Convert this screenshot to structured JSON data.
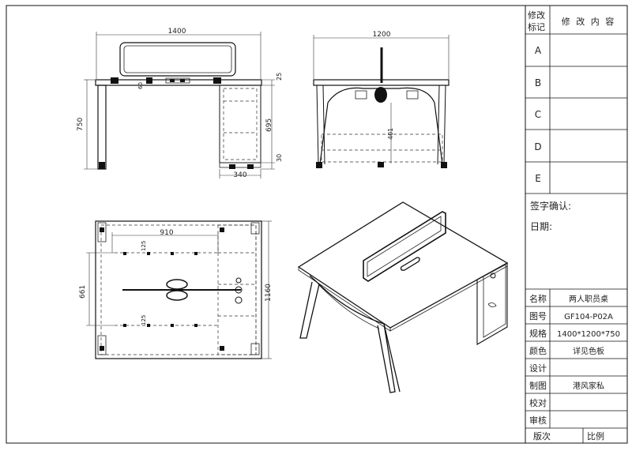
{
  "title_block": {
    "revision_header": "修改标记",
    "revision_content_header": "修 改 内 容",
    "revision_rows": [
      "A",
      "B",
      "C",
      "D",
      "E"
    ],
    "signature_label": "签字确认:",
    "date_label": "日期:",
    "fields": [
      {
        "label": "名称",
        "value": "两人职员桌"
      },
      {
        "label": "图号",
        "value": "GF104-P02A"
      },
      {
        "label": "规格",
        "value": "1400*1200*750"
      },
      {
        "label": "颜色",
        "value": "详见色板"
      },
      {
        "label": "设计",
        "value": ""
      },
      {
        "label": "制图",
        "value": "港风家私"
      },
      {
        "label": "校对",
        "value": ""
      },
      {
        "label": "审核",
        "value": ""
      }
    ],
    "bottom": {
      "version_label": "版次",
      "scale_label": "比例"
    }
  },
  "dimensions": {
    "front_width": "1400",
    "front_height": "750",
    "front_top": "25",
    "front_cabinet": "695",
    "front_foot": "30",
    "front_cabinet_w": "340",
    "front_panel_gap": "60",
    "side_width": "1200",
    "side_inner": "401",
    "top_width": "910",
    "top_gap1": "125",
    "top_gap2": "125",
    "top_depth": "661",
    "top_total": "1160"
  }
}
